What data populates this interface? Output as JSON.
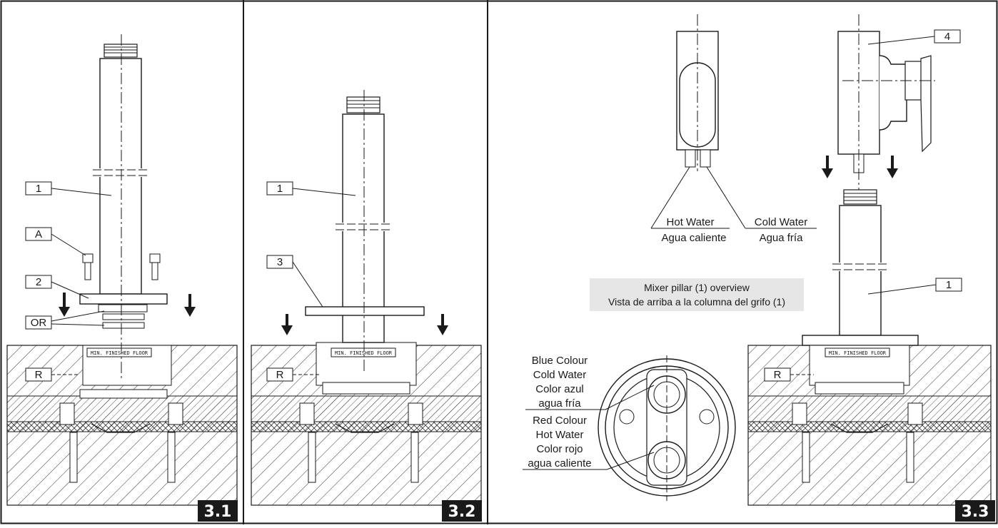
{
  "panels": [
    {
      "number": "3.1",
      "labels": {
        "pillar": "1",
        "screw": "A",
        "flange": "2",
        "oring": "OR",
        "recess": "R"
      },
      "floor_text": "MIN. FINISHED FLOOR"
    },
    {
      "number": "3.2",
      "labels": {
        "pillar": "1",
        "plate": "3",
        "recess": "R"
      },
      "floor_text": "MIN. FINISHED FLOOR"
    },
    {
      "number": "3.3",
      "labels": {
        "mixer": "4",
        "pillar": "1",
        "recess": "R"
      },
      "floor_text": "MIN. FINISHED FLOOR",
      "hot_water": {
        "en": "Hot Water",
        "es": "Agua caliente"
      },
      "cold_water": {
        "en": "Cold Water",
        "es": "Agua fría"
      },
      "overview": {
        "line1": "Mixer pillar (1) overview",
        "line2": "Vista de arriba a la columna del grifo (1)"
      },
      "blue_note": [
        "Blue Colour",
        "Cold Water",
        "Color azul",
        "agua fría"
      ],
      "red_note": [
        "Red Colour",
        "Hot Water",
        "Color rojo",
        "agua caliente"
      ]
    }
  ],
  "colors": {
    "ink": "#1a1a1a",
    "overview_bg": "#e6e6e6",
    "badge_bg": "#1a1a1a"
  }
}
